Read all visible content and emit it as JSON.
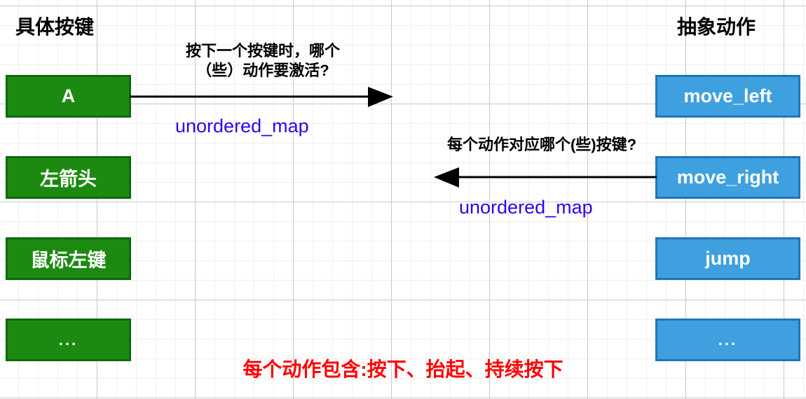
{
  "columns": {
    "left": {
      "title": "具体按键",
      "items": [
        {
          "label": "A"
        },
        {
          "label": "左箭头"
        },
        {
          "label": "鼠标左键"
        },
        {
          "label": "..."
        }
      ]
    },
    "right": {
      "title": "抽象动作",
      "items": [
        {
          "label": "move_left"
        },
        {
          "label": "move_right"
        },
        {
          "label": "jump"
        },
        {
          "label": "..."
        }
      ]
    }
  },
  "arrows": [
    {
      "direction": "right",
      "question": "按下一个按键时，哪个\n（些）动作要激活?",
      "structure": "unordered_map"
    },
    {
      "direction": "left",
      "question": "每个动作对应哪个(些)按键?",
      "structure": "unordered_map"
    }
  ],
  "footer": {
    "note": "每个动作包含:按下、抬起、持续按下"
  },
  "colors": {
    "key_box_fill": "#1c8a11",
    "key_box_border": "#0d6a0c",
    "action_box_fill": "#3fa0e0",
    "action_box_border": "#1f76b8",
    "map_label": "#3300ee",
    "footer_note": "#ff0000",
    "arrow": "#000000"
  }
}
